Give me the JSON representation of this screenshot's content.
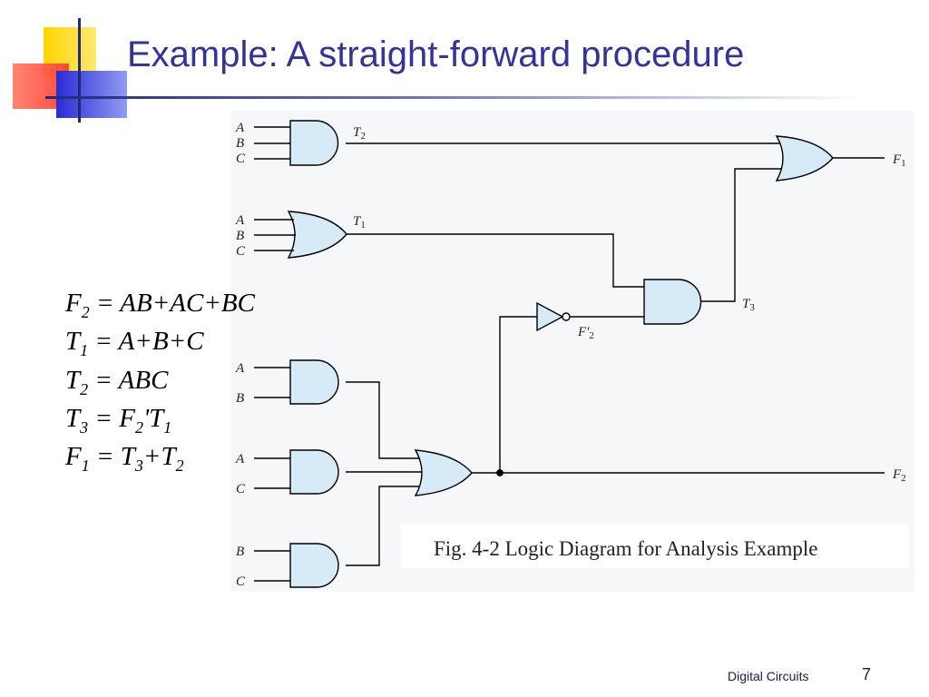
{
  "slide": {
    "title": "Example: A straight-forward procedure",
    "footer": "Digital Circuits",
    "page_number": "7"
  },
  "equations": [
    {
      "lhs": "F",
      "lhs_sub": "2",
      "rhs": " = AB+AC+BC"
    },
    {
      "lhs": "T",
      "lhs_sub": "1",
      "rhs": " = A+B+C"
    },
    {
      "lhs": "T",
      "lhs_sub": "2",
      "rhs": " = ABC"
    },
    {
      "lhs": "T",
      "lhs_sub": "3",
      "rhs_html": [
        " = F",
        "2",
        "'T",
        "1"
      ]
    },
    {
      "lhs": "F",
      "lhs_sub": "1",
      "rhs_html": [
        " = T",
        "3",
        "+T",
        "2"
      ]
    }
  ],
  "diagram": {
    "caption": "Fig. 4-2  Logic Diagram for Analysis Example",
    "gates": [
      {
        "id": "and-abc",
        "type": "AND",
        "inputs": [
          "A",
          "B",
          "C"
        ],
        "output": "T2"
      },
      {
        "id": "or-abc",
        "type": "OR",
        "inputs": [
          "A",
          "B",
          "C"
        ],
        "output": "T1"
      },
      {
        "id": "and-ab",
        "type": "AND",
        "inputs": [
          "A",
          "B"
        ]
      },
      {
        "id": "and-ac",
        "type": "AND",
        "inputs": [
          "A",
          "C"
        ]
      },
      {
        "id": "and-bc",
        "type": "AND",
        "inputs": [
          "B",
          "C"
        ]
      },
      {
        "id": "or-f2",
        "type": "OR",
        "output": "F2"
      },
      {
        "id": "not-f2",
        "type": "NOT",
        "output": "F'2"
      },
      {
        "id": "and-t3",
        "type": "AND",
        "output": "T3"
      },
      {
        "id": "or-f1",
        "type": "OR",
        "output": "F1"
      }
    ],
    "labels": {
      "a": "A",
      "b": "B",
      "c": "C",
      "t1": "T",
      "t1_sub": "1",
      "t2": "T",
      "t2_sub": "2",
      "t3": "T",
      "t3_sub": "3",
      "f1": "F",
      "f1_sub": "1",
      "f2": "F",
      "f2_sub": "2",
      "f2p": "F'",
      "f2p_sub": "2"
    }
  },
  "colors": {
    "title": "#33339a",
    "gate_fill": "#d6eaf7",
    "deco_yellow": "#ffd400",
    "deco_red": "#ff5a4a",
    "deco_blue": "#3a3adb"
  }
}
